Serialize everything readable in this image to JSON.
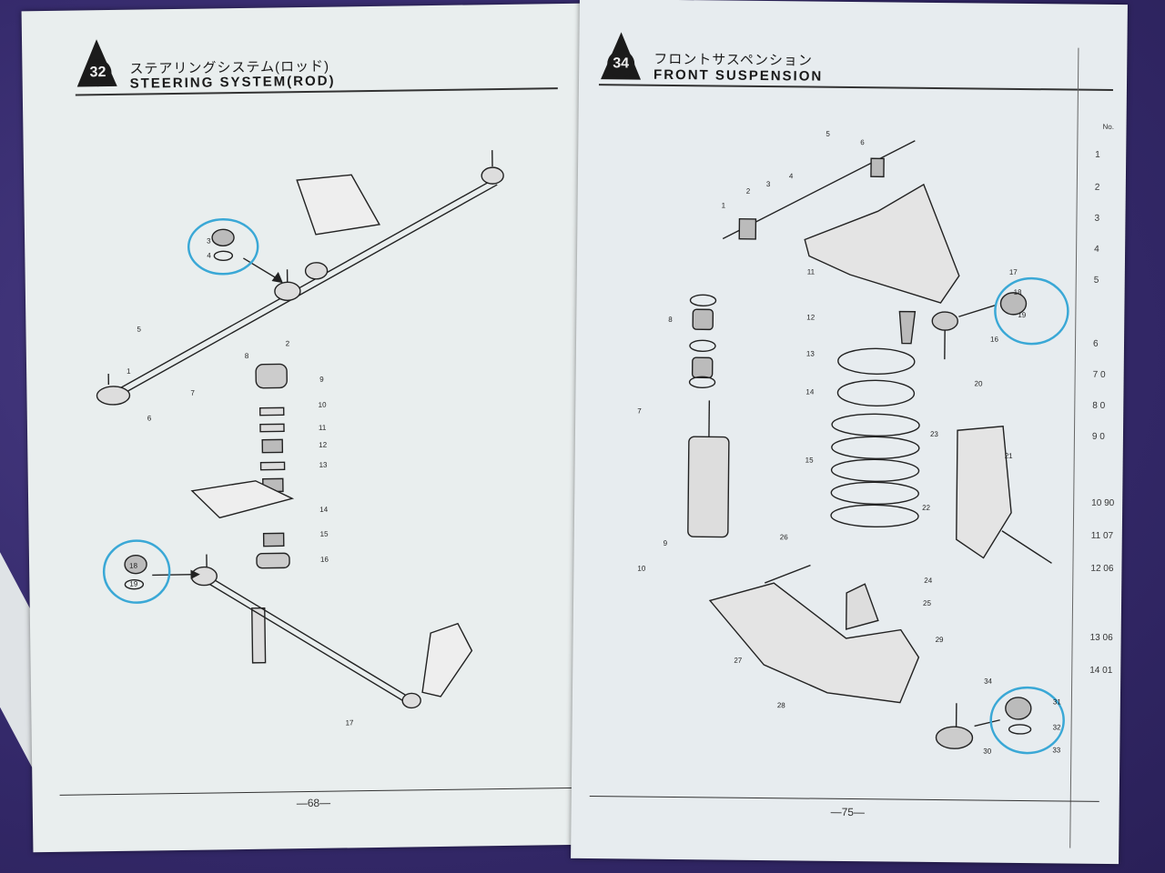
{
  "left_page": {
    "section_number": "32",
    "title_jp": "ステアリングシステム(ロッド)",
    "title_en": "STEERING SYSTEM(ROD)",
    "page_number": "—68—"
  },
  "right_page": {
    "section_number": "34",
    "title_jp": "フロントサスペンション",
    "title_en": "FRONT SUSPENSION",
    "page_number": "—75—",
    "index_header": "No.",
    "index_rows": [
      "1",
      "2",
      "3",
      "4",
      "5",
      "6",
      "7 0",
      "8 0",
      "9 0",
      "10 90",
      "11 07",
      "12 06",
      "13 06",
      "14 01"
    ]
  },
  "left_callouts": [
    "1",
    "2",
    "3",
    "4",
    "5",
    "6",
    "7",
    "8",
    "9",
    "10",
    "11",
    "12",
    "13",
    "14",
    "15",
    "16",
    "17",
    "18",
    "19"
  ],
  "right_callouts": [
    "1",
    "2",
    "3",
    "4",
    "5",
    "6",
    "7",
    "8",
    "9",
    "10",
    "11",
    "12",
    "13",
    "14",
    "15",
    "16",
    "17",
    "18",
    "19",
    "20",
    "21",
    "22",
    "23",
    "24",
    "25",
    "26",
    "27",
    "28",
    "29",
    "30",
    "31",
    "32",
    "33",
    "34"
  ],
  "colors": {
    "paper": "#e9eeee",
    "ink": "#222222",
    "highlight": "#3aa8d6",
    "background": "#3a2f6e"
  }
}
